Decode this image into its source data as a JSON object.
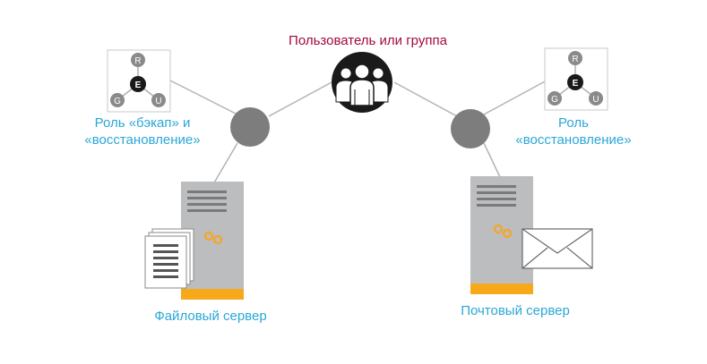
{
  "colors": {
    "title": "#a30a3a",
    "label": "#2aa7d6",
    "node": "#7d7d7d",
    "line": "#b4b4b4",
    "server_body": "#bcbdbf",
    "server_stripe": "#f7a81b",
    "gear": "#f0a830",
    "icon_dark": "#1a1a1a"
  },
  "diagram": {
    "user_group_label": "Пользователь или группа",
    "left_role": {
      "line1": "Роль «бэкап» и",
      "line2": "«восстановление»",
      "letters": {
        "top": "R",
        "center": "E",
        "left": "G",
        "right": "U"
      }
    },
    "right_role": {
      "line1": "Роль",
      "line2": "«восстановление»",
      "letters": {
        "top": "R",
        "center": "E",
        "left": "G",
        "right": "U"
      }
    },
    "left_server": {
      "label": "Файловый сервер",
      "icon": "document-icon"
    },
    "right_server": {
      "label": "Почтовый сервер",
      "icon": "envelope-icon"
    },
    "user_icon": "user-group-icon"
  }
}
